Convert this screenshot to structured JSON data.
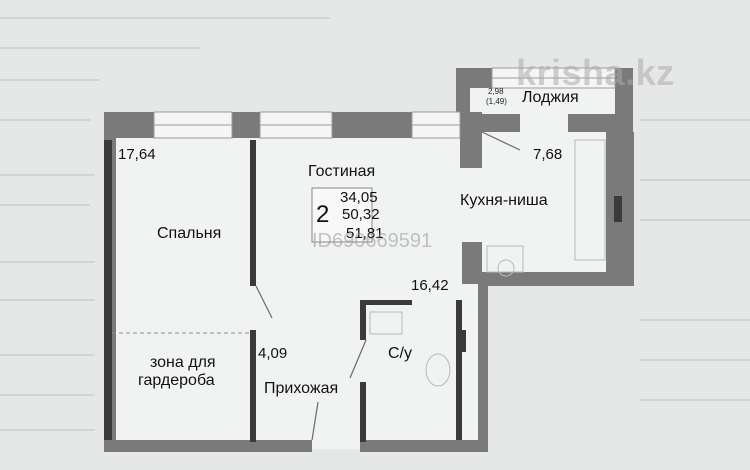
{
  "watermarks": {
    "logo": "krisha.kz",
    "listing_id": "ID690669591"
  },
  "apartment": {
    "rooms": "2",
    "areas": [
      "34,05",
      "50,32",
      "51,81"
    ]
  },
  "loggia": {
    "name": "Лоджия",
    "dim_a": "2,98",
    "dim_b": "(1,49)"
  },
  "rooms": [
    {
      "name": "Спальня",
      "area": "17,64"
    },
    {
      "name": "Гостиная",
      "area": "16,42"
    },
    {
      "name": "Кухня-ниша",
      "area": "7,68"
    },
    {
      "name": "Прихожая",
      "area": "4,09"
    },
    {
      "name": "зона для гардероба",
      "line1": "зона для",
      "line2": "гардероба"
    },
    {
      "name": "С/у"
    }
  ],
  "colors": {
    "wall": "#7a7a7a",
    "wall_dark": "#3a3a3a",
    "window": "#f4f5f4",
    "floor": "#f1f3f2",
    "background": "#e9ebea"
  }
}
